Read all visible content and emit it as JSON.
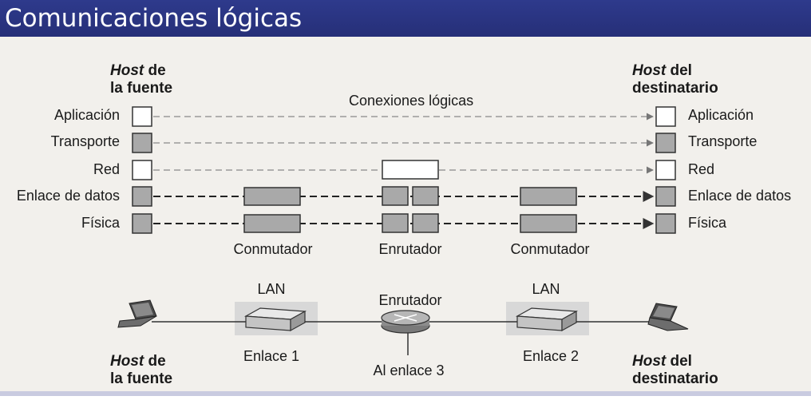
{
  "title": "Comunicaciones lógicas",
  "top": {
    "source_host": [
      "Host",
      " de",
      "la fuente"
    ],
    "dest_host": [
      "Host",
      " del",
      "destinatario"
    ],
    "logical_connections": "Conexiones lógicas",
    "layers_left": [
      "Aplicación",
      "Transporte",
      "Red",
      "Enlace de datos",
      "Física"
    ],
    "layers_right": [
      "Aplicación",
      "Transporte",
      "Red",
      "Enlace de datos",
      "Física"
    ],
    "device_labels": [
      "Conmutador",
      "Enrutador",
      "Conmutador"
    ]
  },
  "bottom": {
    "lan_left": "LAN",
    "lan_right": "LAN",
    "router": "Enrutador",
    "link1": "Enlace 1",
    "link2": "Enlace 2",
    "link3": "Al enlace 3",
    "source_host": [
      "Host",
      " de",
      "la fuente"
    ],
    "dest_host": [
      "Host",
      " del",
      "destinatario"
    ]
  },
  "colors": {
    "title_bar": "#2a3482",
    "layer_box_dark": "#a9a9a9",
    "layer_box_light": "#ffffff"
  }
}
